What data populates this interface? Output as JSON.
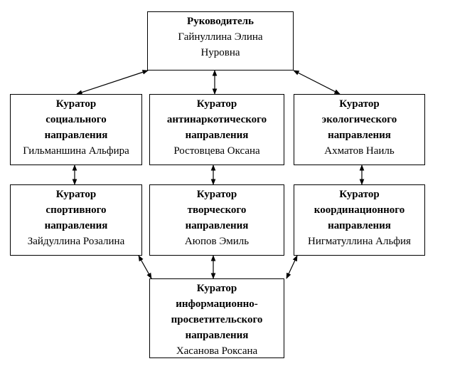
{
  "head": {
    "title": "Руководитель",
    "name1": "Гайнуллина Элина",
    "name2": "Нуровна"
  },
  "curators": [
    {
      "title": [
        "Куратор",
        "социального",
        "направления"
      ],
      "name": "Гильманшина Альфира"
    },
    {
      "title": [
        "Куратор",
        "антинаркотического",
        "направления"
      ],
      "name": "Ростовцева Оксана"
    },
    {
      "title": [
        "Куратор",
        "экологического",
        "направления"
      ],
      "name": "Ахматов Наиль"
    },
    {
      "title": [
        "Куратор",
        "спортивного",
        "направления"
      ],
      "name": "Зайдуллина Розалина"
    },
    {
      "title": [
        "Куратор",
        "творческого",
        "направления"
      ],
      "name": "Аюпов Эмиль"
    },
    {
      "title": [
        "Куратор",
        "координационного",
        "направления"
      ],
      "name": "Нигматуллина Альфия"
    },
    {
      "title": [
        "Куратор",
        "информационно-",
        "просветительского",
        "направления"
      ],
      "name": "Хасанова Роксана"
    }
  ]
}
